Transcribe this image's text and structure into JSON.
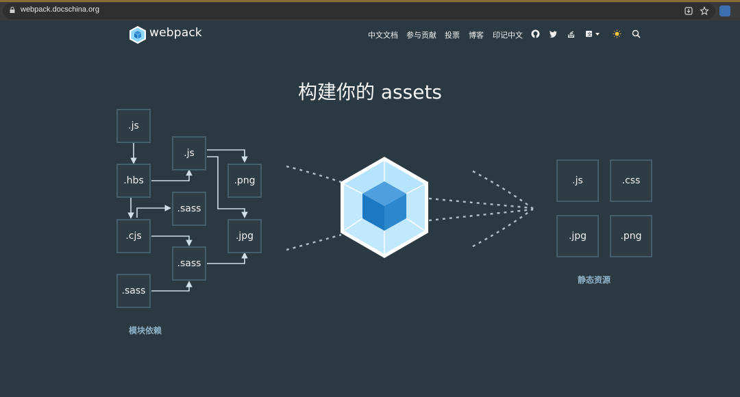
{
  "browser": {
    "url": "webpack.docschina.org"
  },
  "header": {
    "brand": "webpack",
    "nav": [
      "中文文档",
      "参与贡献",
      "投票",
      "博客",
      "印记中文"
    ]
  },
  "hero": {
    "title": "构建你的 assets"
  },
  "diagram": {
    "modules": [
      ".js",
      ".hbs",
      ".js",
      ".sass",
      ".png",
      ".cjs",
      ".sass",
      ".jpg",
      ".sass"
    ],
    "module_caption": "模块依赖",
    "outputs": [
      ".js",
      ".css",
      ".jpg",
      ".png"
    ],
    "output_caption": "静态资源"
  },
  "colors": {
    "background": "#2b3a42",
    "box_border": "#465e6b",
    "cube_light": "#8ed6fb",
    "cube_dark": "#1c78c0"
  }
}
